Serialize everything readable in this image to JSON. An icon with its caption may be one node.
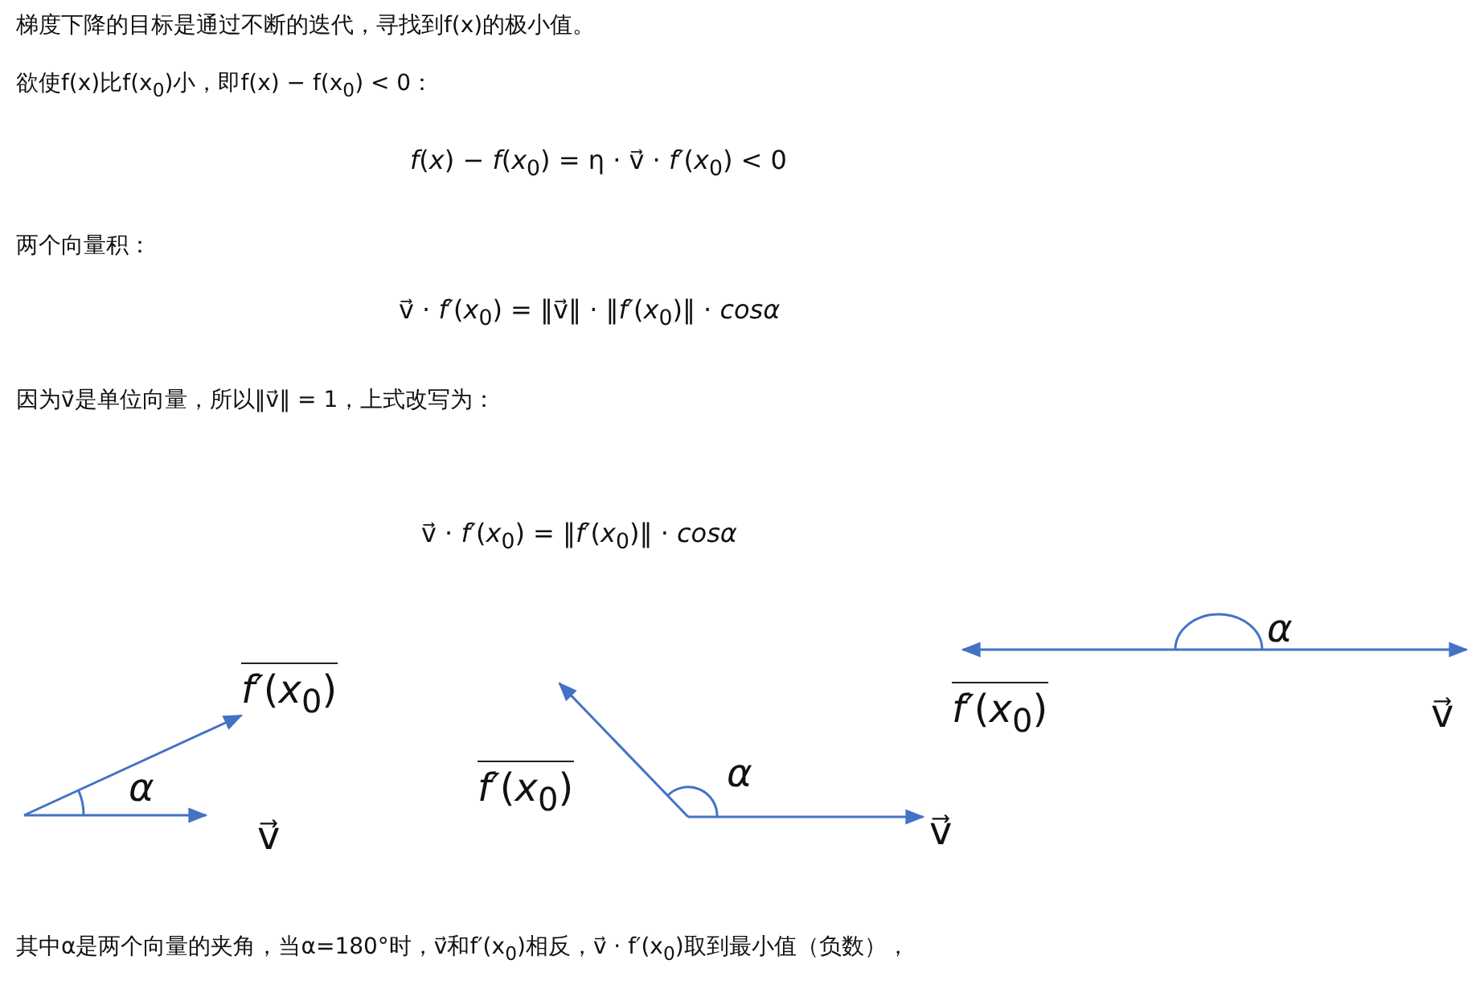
{
  "diagram": {
    "labels": [
      "梯度下降的目标是通过不断的迭代，寻找到f(x)的极小值。",
      "欲使f(x)比f(x$_{0}$)小，即f(x) − f(x$_{0}$) < 0：",
      "*f*(*x*) − *f*(*x*$_{0}$) = η · v⃗ · *f′*(*x*$_{0}$) < 0",
      "两个向量积：",
      "v⃗ · *f′*(*x*$_{0}$) = ‖v⃗‖ · ‖*f′*(*x*$_{0}$)‖ · *cosα*",
      "因为v⃗是单位向量，所以‖v⃗‖ = 1，上式改写为：",
      "v⃗ · *f′*(*x*$_{0}$) = ‖*f′*(*x*$_{0}$)‖ · *cosα*",
      "*f′*(*x*$_{0}$)",
      "*α*",
      "v⃗",
      "*f′*(*x*$_{0}$)",
      "*α*",
      "v⃗",
      "*α*",
      "*f′*(*x*$_{0}$)",
      "v⃗",
      "其中α是两个向量的夹角，当α=180°时，v⃗和f′(x$_{0}$)相反，v⃗ · f′(x$_{0}$)取到最小值（负数），"
    ]
  }
}
